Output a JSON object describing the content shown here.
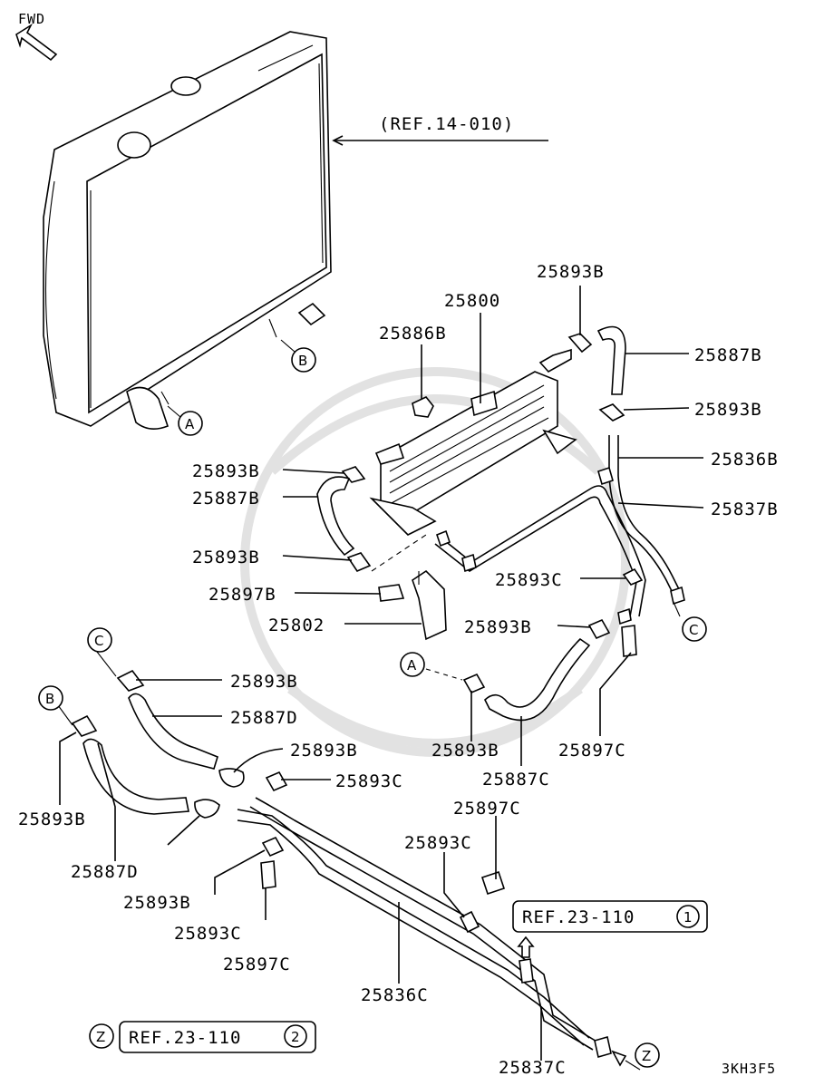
{
  "diagram": {
    "fwd_label": "FWD",
    "corner_code": "3KH3F5",
    "references": {
      "radiator": "(REF.14-010)",
      "ref1_text": "REF.23-110",
      "ref1_num": "1",
      "ref2_text": "REF.23-110",
      "ref2_num": "2",
      "ref2_marker": "Z"
    },
    "markers": {
      "A_top": "A",
      "B_top": "B",
      "C_right": "C",
      "C_left": "C",
      "B_left": "B",
      "A_mid": "A",
      "Z_bottom": "Z"
    },
    "labels": {
      "p25893B_top": "25893B",
      "p25800": "25800",
      "p25886B": "25886B",
      "p25887B_right": "25887B",
      "p25893B_right": "25893B",
      "p25836B": "25836B",
      "p25893B_l1": "25893B",
      "p25837B": "25837B",
      "p25887B_left": "25887B",
      "p25893B_l2": "25893B",
      "p25893C_mid": "25893C",
      "p25897B": "25897B",
      "p25802": "25802",
      "p25893B_mid": "25893B",
      "p25893B_c": "25893B",
      "p25887D_upper": "25887D",
      "p25893B_clamp": "25893B",
      "p25893C_clamp": "25893C",
      "p25893B_a": "25893B",
      "p25897C_right": "25897C",
      "p25887C": "25887C",
      "p25893B_leftlow": "25893B",
      "p25897C_mid": "25897C",
      "p25893C_low": "25893C",
      "p25887D_lower": "25887D",
      "p25893B_lower": "25893B",
      "p25893C_bottom": "25893C",
      "p25897C_bottom": "25897C",
      "p25836C": "25836C",
      "p25837C": "25837C"
    }
  }
}
